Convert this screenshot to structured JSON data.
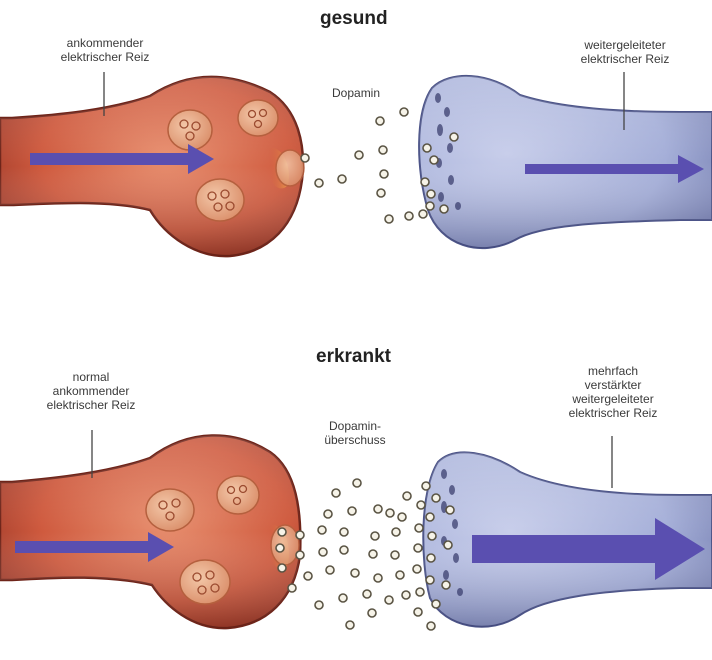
{
  "sections": {
    "healthy": {
      "title": "gesund",
      "incoming_label": [
        "ankommender",
        "elektrischer Reiz"
      ],
      "neurotransmitter_label": "Dopamin",
      "outgoing_label": [
        "weitergeleiteter",
        "elektrischer Reiz"
      ]
    },
    "diseased": {
      "title": "erkrankt",
      "incoming_label": [
        "normal",
        "ankommender",
        "elektrischer Reiz"
      ],
      "neurotransmitter_label": [
        "Dopamin-",
        "überschuss"
      ],
      "outgoing_label": [
        "mehrfach",
        "verstärkter",
        "weitergeleiteter",
        "elektrischer Reiz"
      ]
    }
  },
  "colors": {
    "presynaptic": "#c8553c",
    "postsynaptic": "#aab4dc",
    "arrow": "#5a4fb0"
  }
}
